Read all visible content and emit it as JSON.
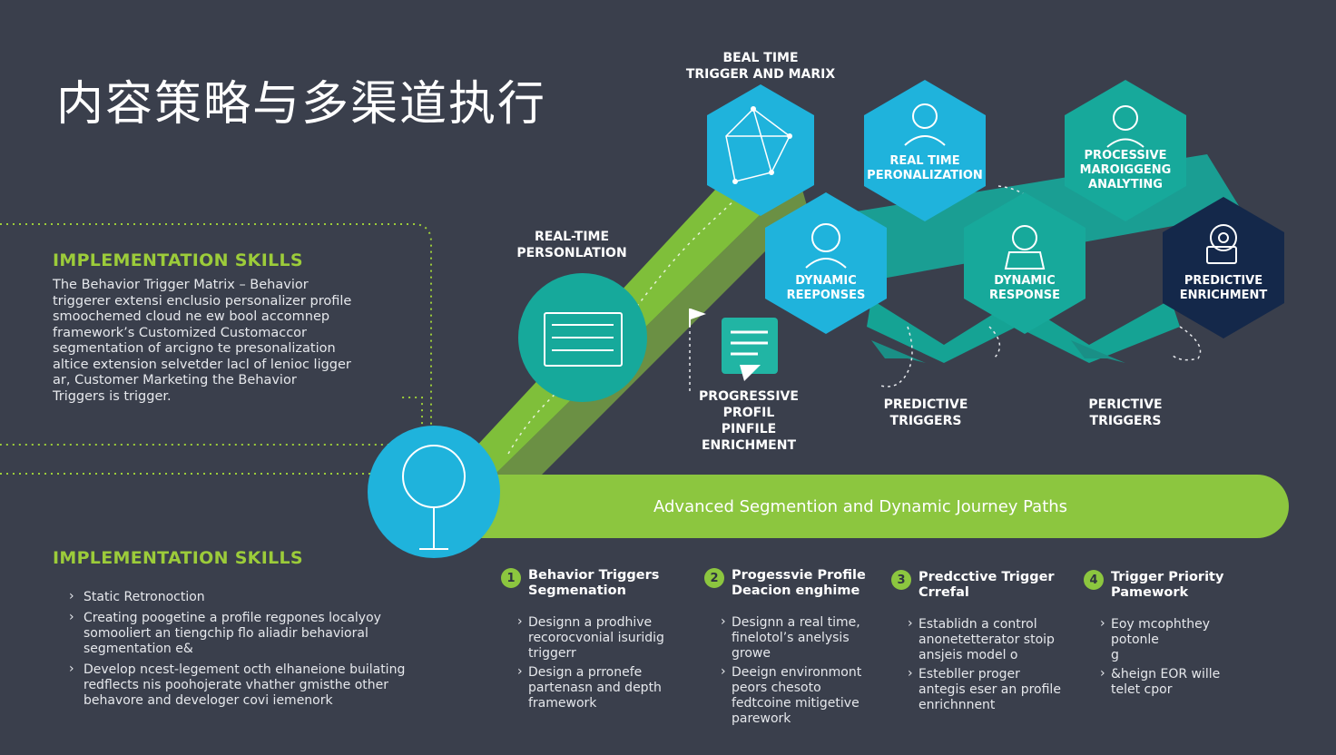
{
  "title": "内容策略与多渠道执行",
  "skills_top": {
    "heading": "IMPLEMENTATION SKILLS",
    "body": "The Behavior Trigger Matrix – Behavior\ntriggerer extensi enclusio personalizer profile\nsmoochemed cloud ne ew bool accomnep\nframework’s Customized Customaccor\nsegmentation of arcigno te presonalization\naltice extension selvetder lacl of lenioc ligger\nar, Customer Marketing the Behavior\nTriggers is trigger."
  },
  "skills_bottom": {
    "heading": "IMPLEMENTATION SKILLS",
    "items": [
      "Static Retronoction",
      "Creating poogetine a profile regpones localyoy\nsomooliert an tiengchip flo aliadir behavioral\nsegmentation e&",
      "Develop ncest-legement octh elhaneione builating\nredflects nis poohojerate vhather gmisthe other\nbehavore and develoger covi iemenork"
    ]
  },
  "diagram": {
    "top_label": "BEAL TIME\nTRIGGER AND MARIX",
    "circle_label": "REAL-TIME\nPERSONLATION",
    "progressive_label": "PROGRESSIVE\nPROFIL\nPINFILE\nENRICHMENT",
    "hexes": {
      "h1": "REAL TIME\nPERONALIZATION",
      "h2": "PROCESSIVE\nMAROIGGENG\nANALYTING",
      "h3": "DYNAMIC\nREEPONSES",
      "h4": "DYNAMIC\nRESPONSE",
      "h5": "PREDICTIVE\nENRICHMENT"
    },
    "below_labels": {
      "b1": "PREDICTIVE\nTRIGGERS",
      "b2": "PERICTIVE\nTRIGGERS"
    },
    "bar_label": "Advanced Segmention and Dynamic Journey Paths"
  },
  "columns": [
    {
      "number": "1",
      "title": "Behavior Triggers\nSegmenation",
      "items": [
        "Designn a prodhive\nrecorocvonial isuridig\ntriggerr",
        "Design a prronefe\npartenasn and depth\nframework"
      ]
    },
    {
      "number": "2",
      "title": "Progessvie Profile\nDeacion enghime",
      "items": [
        "Designn a real time,\nfinelotol’s anelysis\ngrowe",
        "Deeign environmont\npeors chesoto\nfedtcoine mitigetive\nparework"
      ]
    },
    {
      "number": "3",
      "title": "Predcctive Trigger\nCrrefal",
      "items": [
        "Establidn a control\nanonetetterator stoip\nansjeis model o",
        "Estebller proger\nantegis eser an profile\nenrichnnent"
      ]
    },
    {
      "number": "4",
      "title": "Trigger Priority\nPamework",
      "items": [
        "Eoy mcophthey\npotonle\ng",
        "&heign EOR wille\ntelet cpor"
      ]
    }
  ],
  "colors": {
    "background": "#3a3f4c",
    "green": "#8cc63f",
    "cyan": "#1fb3dc",
    "teal": "#16a99a",
    "navy": "#14284a"
  }
}
